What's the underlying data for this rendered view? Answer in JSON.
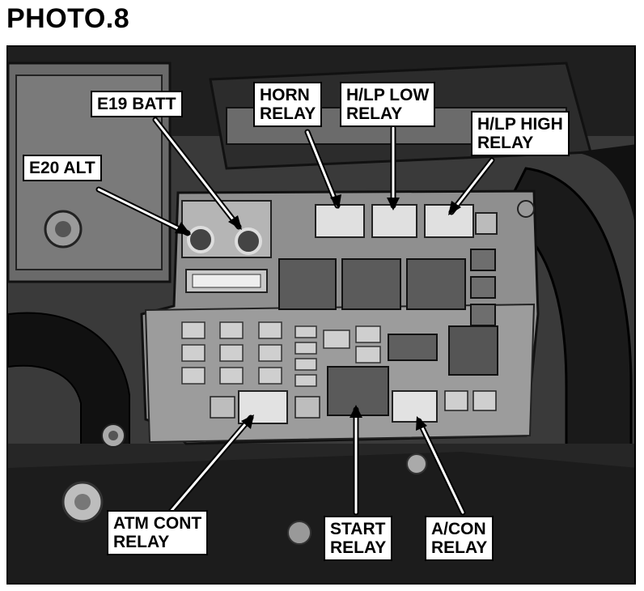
{
  "title": "PHOTO.8",
  "callouts": {
    "e20": "E20 ALT",
    "e19": "E19 BATT",
    "horn": "HORN\nRELAY",
    "hlp_low": "H/LP LOW\nRELAY",
    "hlp_high": "H/LP HIGH\nRELAY",
    "atm": "ATM CONT\nRELAY",
    "start": "START\nRELAY",
    "acon": "A/CON\nRELAY"
  }
}
